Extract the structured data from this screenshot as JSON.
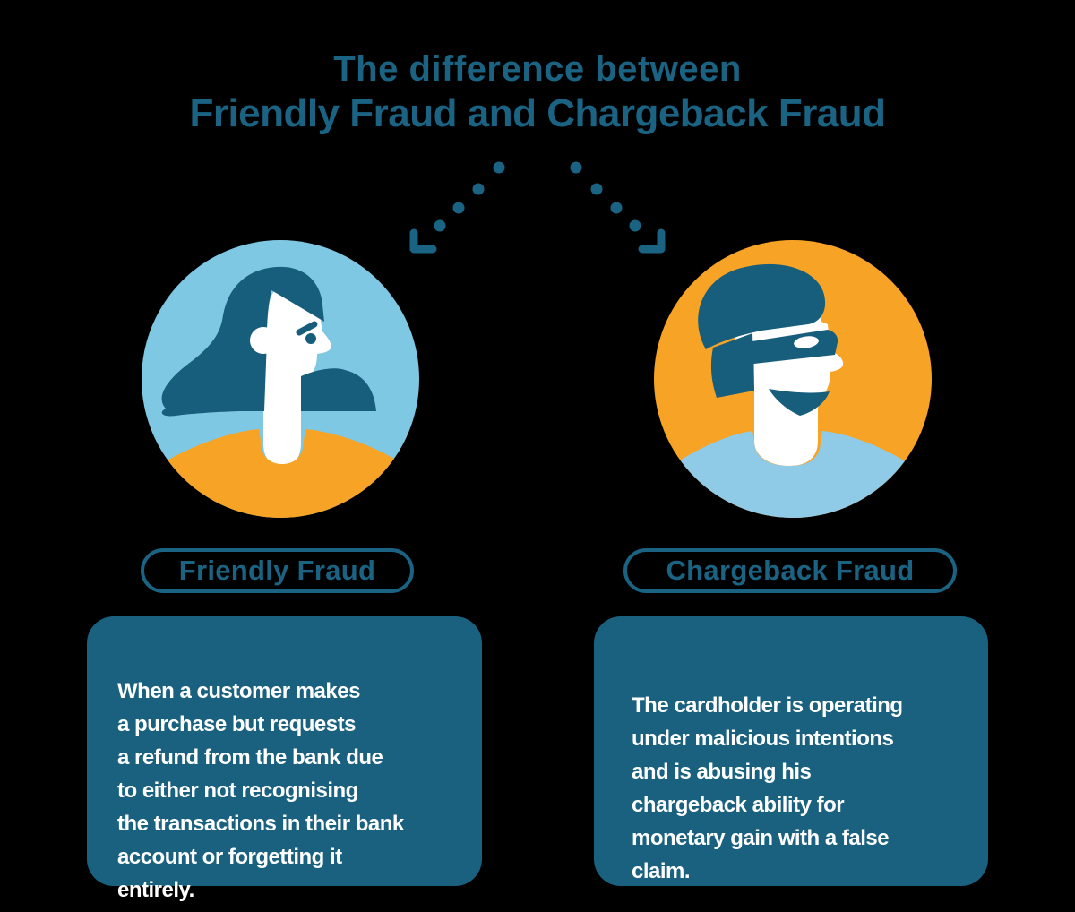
{
  "title": {
    "line1": "The difference between",
    "line2": "Friendly Fraud and Chargeback Fraud"
  },
  "left": {
    "label": "Friendly Fraud",
    "description": "When a customer makes\na purchase but requests\na refund from the bank due\nto either not recognising\nthe transactions in their bank\naccount or forgetting it\nentirely.",
    "illustration": "woman-customer-avatar"
  },
  "right": {
    "label": "Chargeback Fraud",
    "description": "The cardholder is operating\nunder malicious intentions\nand is abusing his\nchargeback ability for\nmonetary gain with a false\nclaim.",
    "illustration": "masked-fraudster-avatar"
  },
  "arc": {
    "style": "dotted",
    "dot_count": 8,
    "end_icons": [
      "bracket-left",
      "bracket-right"
    ]
  },
  "colors": {
    "background": "#000000",
    "dark_teal": "#19617F",
    "illustration_teal": "#175E7D",
    "light_blue_circle": "#7FC8E3",
    "shirt_blue": "#8FCBE7",
    "orange": "#F6A326",
    "text_white": "#FFFFFF"
  }
}
